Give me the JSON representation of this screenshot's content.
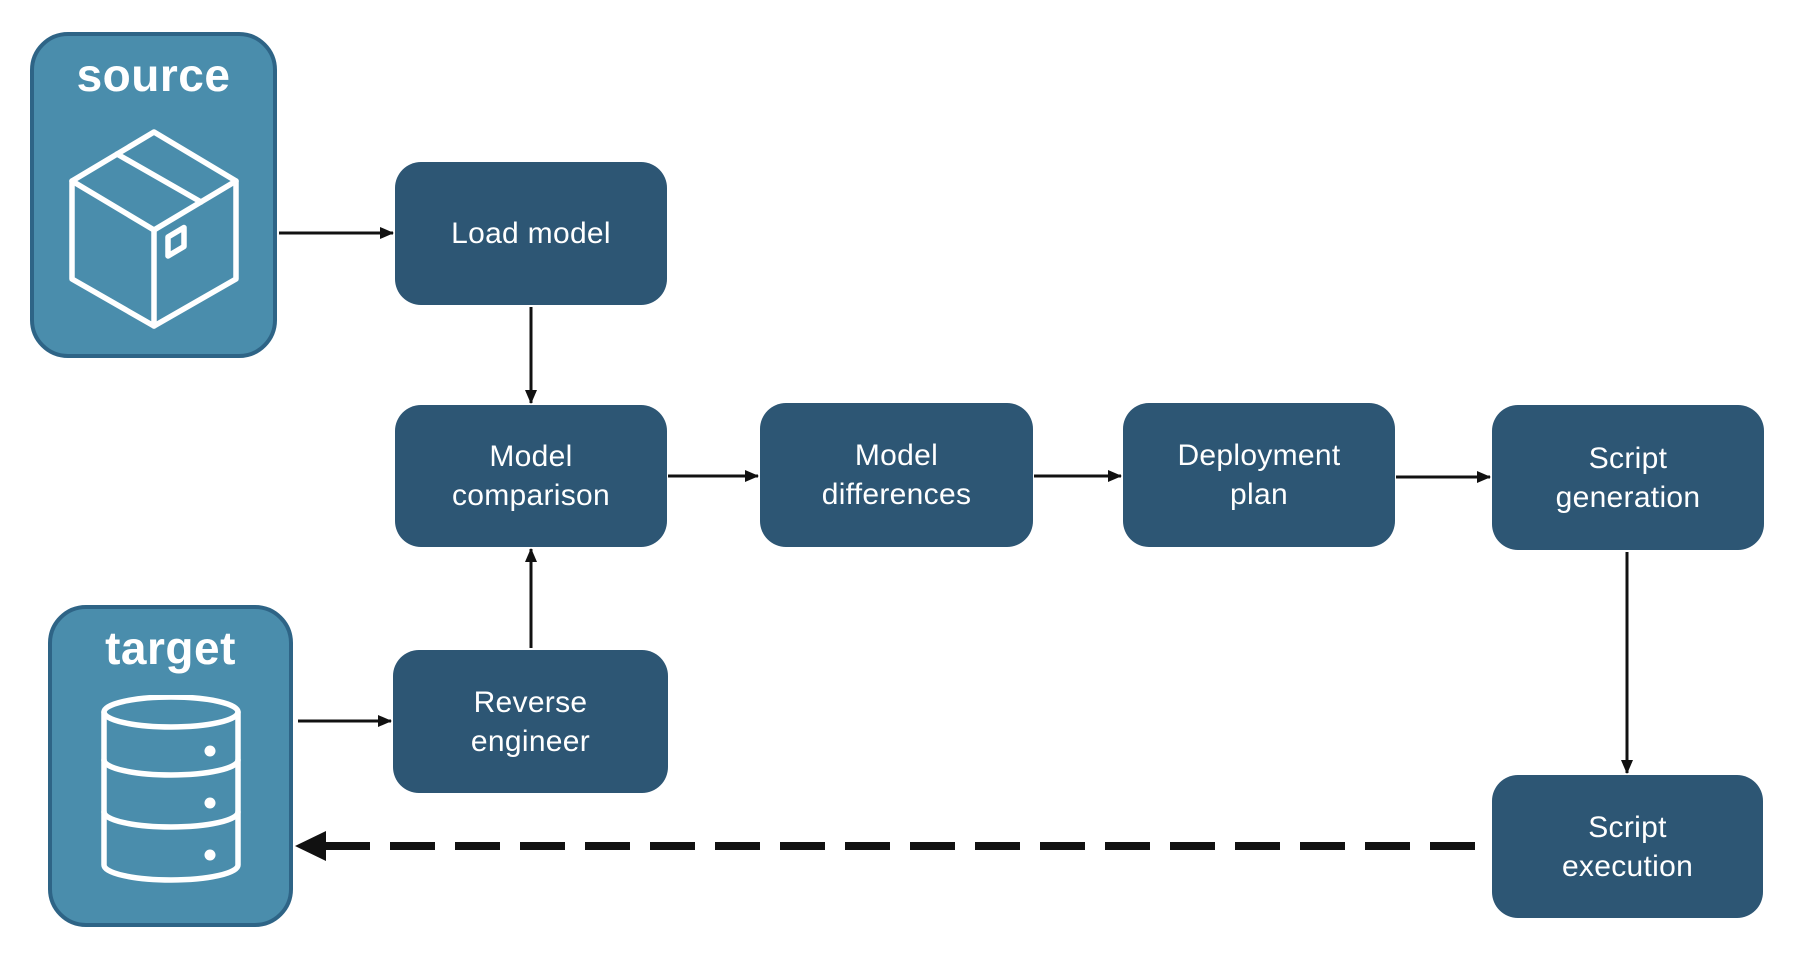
{
  "diagram": {
    "source": {
      "label": "source",
      "icon": "package-box-icon"
    },
    "target": {
      "label": "target",
      "icon": "database-icon"
    },
    "nodes": {
      "load_model": {
        "label": "Load model"
      },
      "model_comparison": {
        "label": "Model\ncomparison"
      },
      "model_differences": {
        "label": "Model\ndifferences"
      },
      "deployment_plan": {
        "label": "Deployment\nplan"
      },
      "script_generation": {
        "label": "Script\ngeneration"
      },
      "reverse_engineer": {
        "label": "Reverse\nengineer"
      },
      "script_execution": {
        "label": "Script\nexecution"
      }
    },
    "edges": [
      {
        "from": "source",
        "to": "load_model",
        "style": "solid"
      },
      {
        "from": "load_model",
        "to": "model_comparison",
        "style": "solid"
      },
      {
        "from": "model_comparison",
        "to": "model_differences",
        "style": "solid"
      },
      {
        "from": "model_differences",
        "to": "deployment_plan",
        "style": "solid"
      },
      {
        "from": "deployment_plan",
        "to": "script_generation",
        "style": "solid"
      },
      {
        "from": "script_generation",
        "to": "script_execution",
        "style": "solid"
      },
      {
        "from": "reverse_engineer",
        "to": "model_comparison",
        "style": "solid"
      },
      {
        "from": "target",
        "to": "reverse_engineer",
        "style": "solid"
      },
      {
        "from": "script_execution",
        "to": "target",
        "style": "dashed"
      }
    ],
    "colors": {
      "node_fill": "#2d5674",
      "endpoint_fill": "#4a8dac",
      "endpoint_border": "#2e6486",
      "text": "#ffffff",
      "arrow": "#111111"
    }
  }
}
